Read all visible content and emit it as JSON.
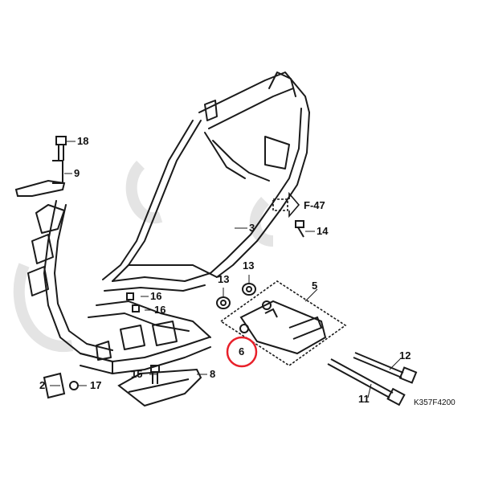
{
  "diagram": {
    "drawing_code": "K357F4200",
    "reference": "F-47",
    "highlight_color": "#e8202a",
    "line_color": "#1a1a1a",
    "watermark_color": "#d8d8d8",
    "callouts": {
      "c2": "2",
      "c3": "3",
      "c5": "5",
      "c6": "6",
      "c8": "8",
      "c9": "9",
      "c11": "11",
      "c12": "12",
      "c13a": "13",
      "c13b": "13",
      "c14": "14",
      "c15": "15",
      "c16a": "16",
      "c16b": "16",
      "c17": "17",
      "c18": "18"
    }
  }
}
